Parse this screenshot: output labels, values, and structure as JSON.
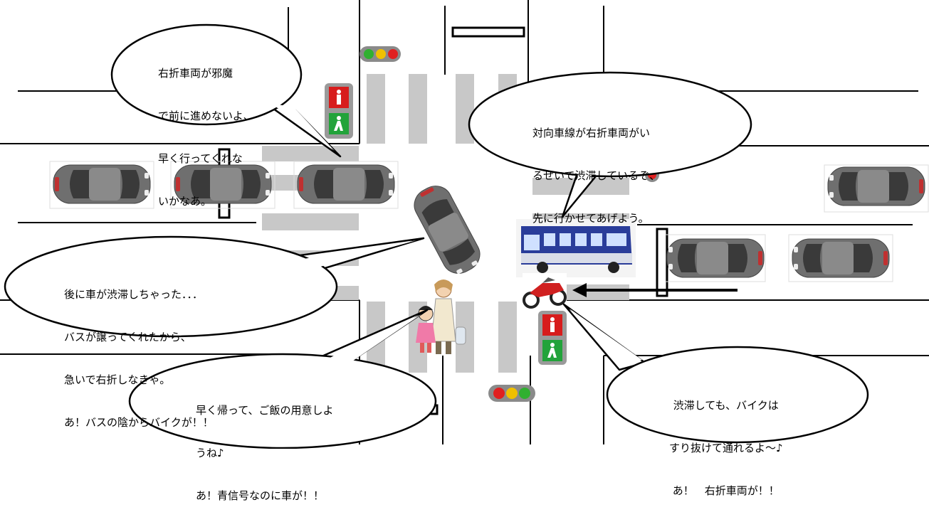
{
  "bubbles": {
    "top_left": [
      "右折車両が邪魔",
      "で前に進めないよ、",
      "早く行ってくれな",
      "いかなあ。"
    ],
    "top_right": [
      "対向車線が右折車両がい",
      "るせいで渋滞しているぞ、",
      "先に行かせてあげよう。"
    ],
    "middle_left": [
      "後に車が渋滞しちゃった．．．",
      "バスが譲ってくれたから、",
      "急いで右折しなきゃ。",
      "あ！バスの陰からバイクが！！"
    ],
    "bottom_center": [
      "早く帰って、ご飯の用意しよ",
      "うね♪",
      "あ！青信号なのに車が！！"
    ],
    "bottom_right": [
      "渋滞しても、バイクは",
      "すり抜けて通れるよ～♪",
      "あ！　右折車両が！！"
    ]
  },
  "colors": {
    "crosswalk": "#c8c8c8",
    "car_body": "#6f6f6f",
    "car_window": "#3a3a3a",
    "signal_red": "#e02020",
    "signal_yellow": "#f0c000",
    "signal_green": "#30b030",
    "ped_green_bg": "#22a33a",
    "ped_red_bg": "#d71c1c",
    "bus_body": "#2a3d9a"
  }
}
